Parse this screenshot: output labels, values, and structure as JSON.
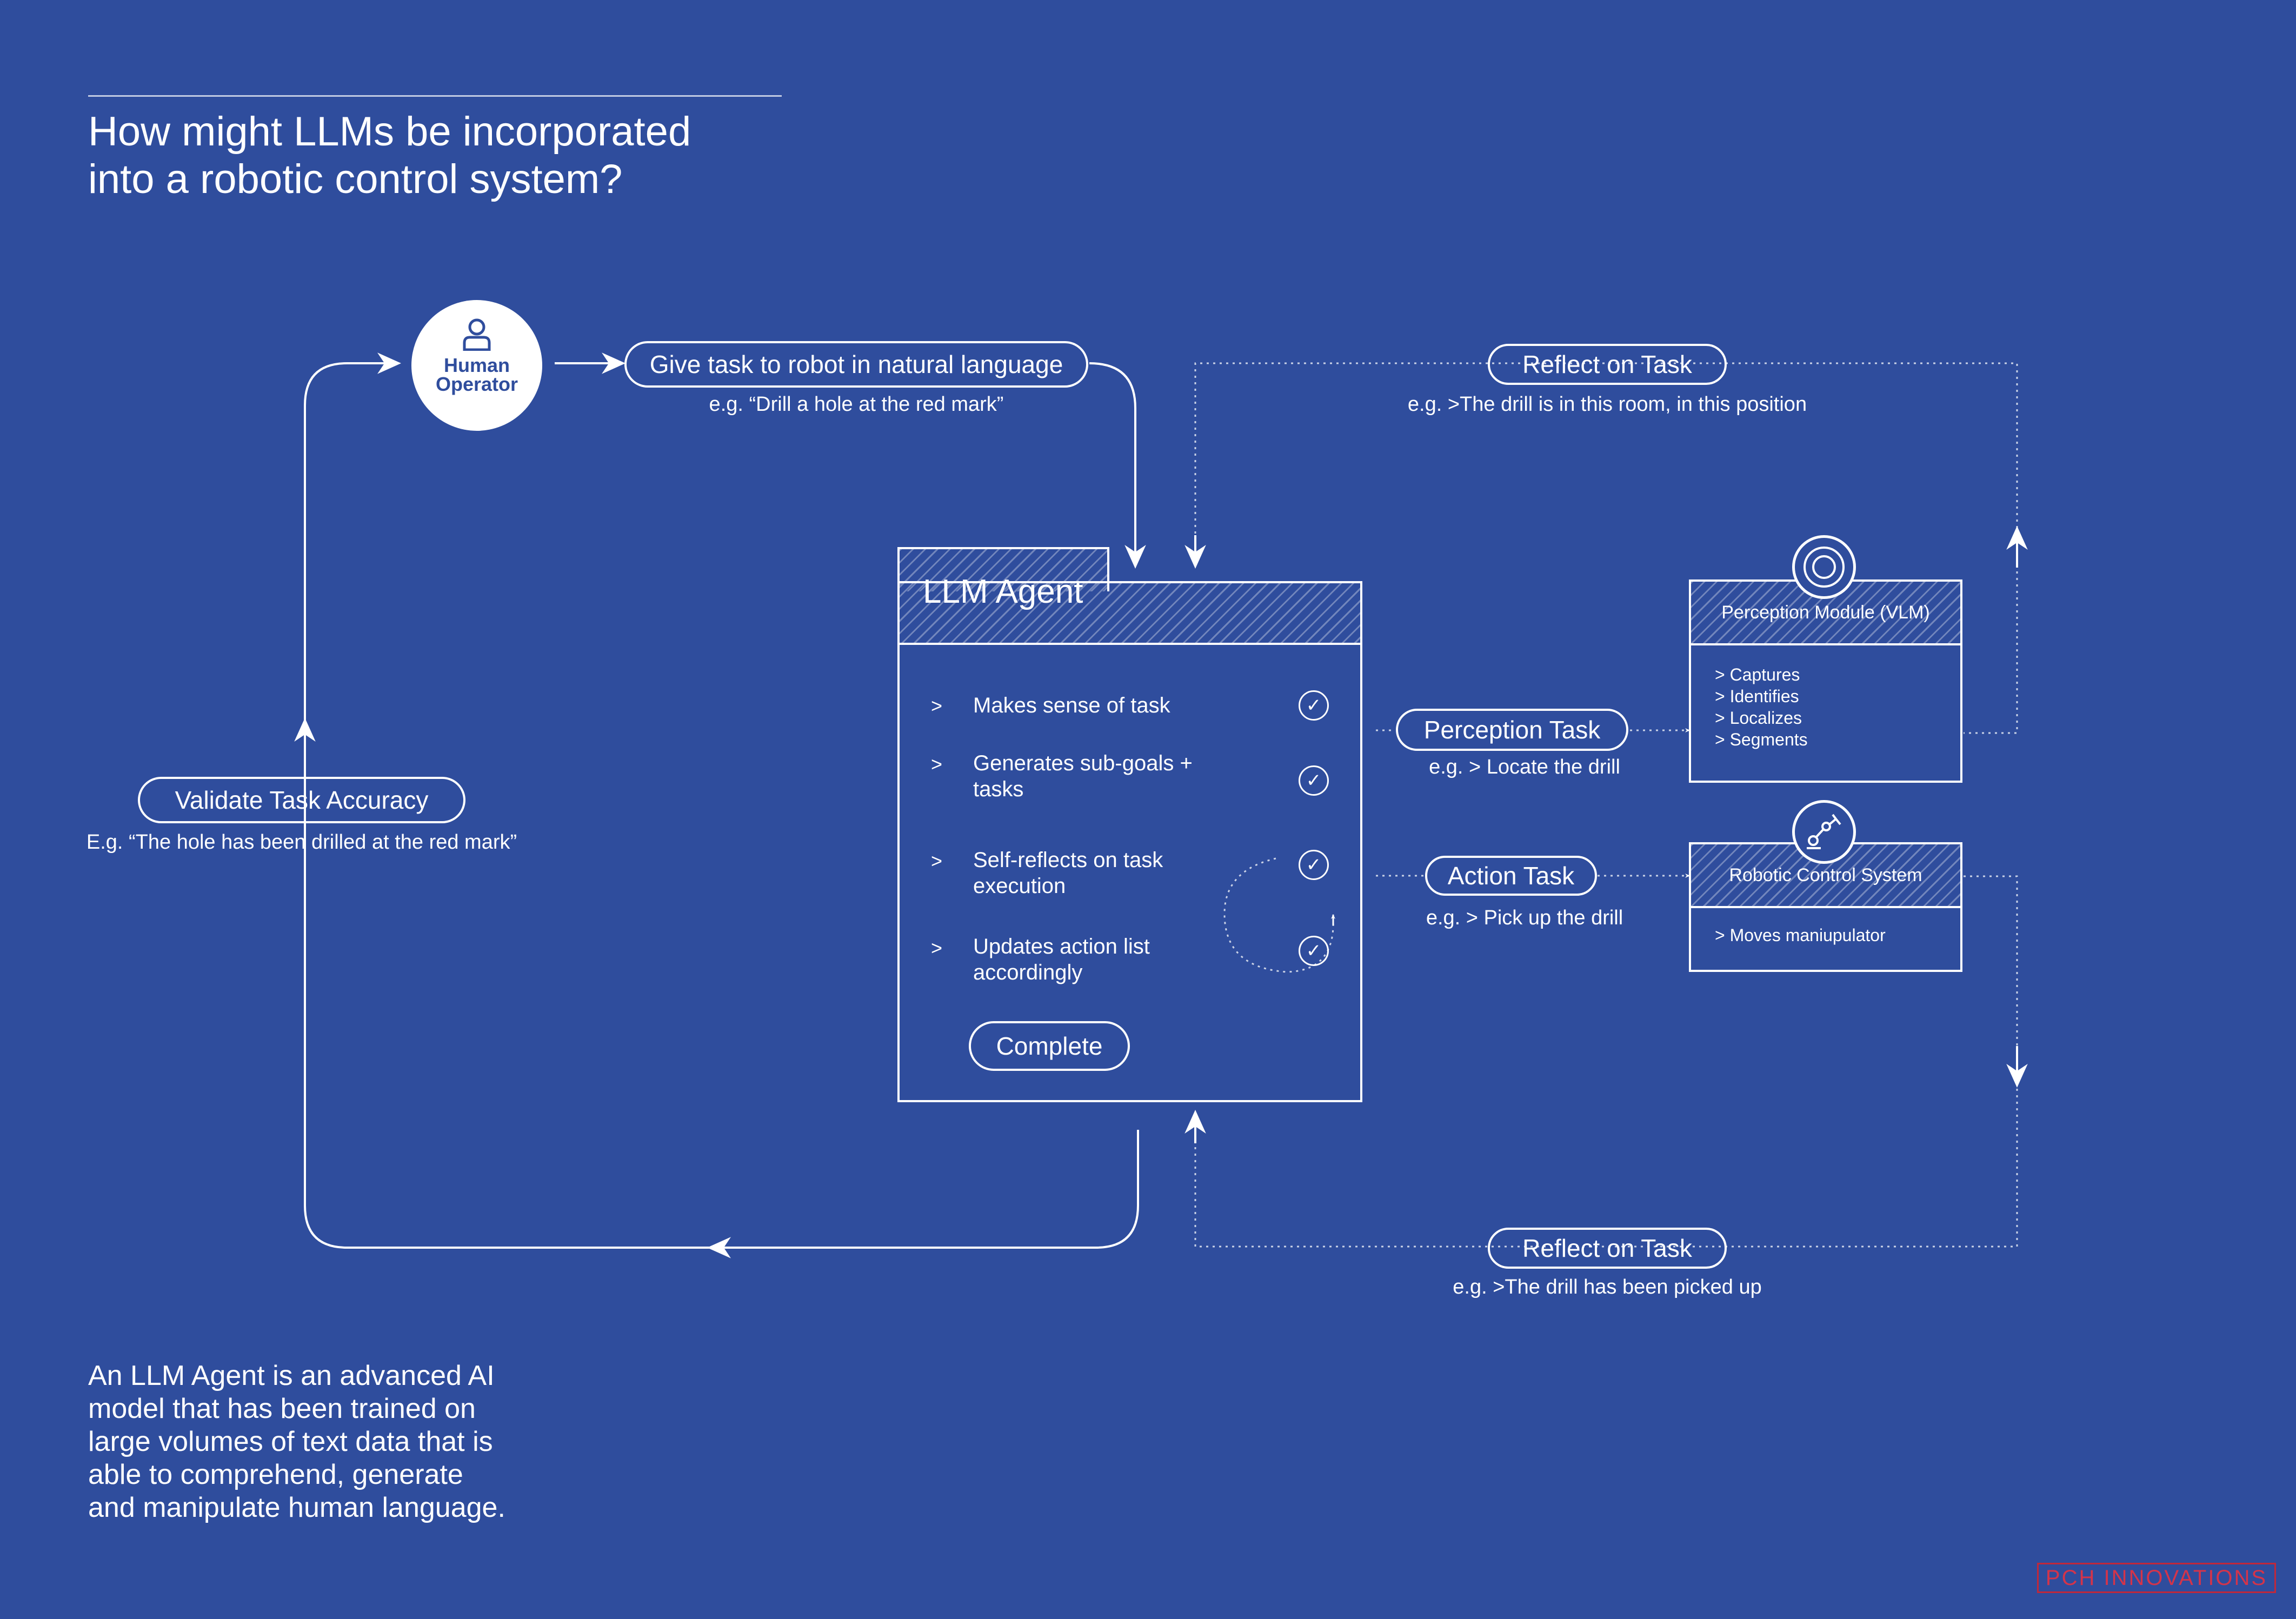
{
  "title": "How might LLMs be incorporated\ninto a robotic control system?",
  "human_operator": {
    "label_line1": "Human",
    "label_line2": "Operator",
    "icon": "person-icon"
  },
  "give_task": {
    "label": "Give task to robot in natural language",
    "example": "e.g. “Drill a hole at the red mark”"
  },
  "reflect_top": {
    "label": "Reflect on Task",
    "example": "e.g. >The drill is in this room, in this position"
  },
  "reflect_bottom": {
    "label": "Reflect on Task",
    "example": "e.g. >The drill has been picked up"
  },
  "validate": {
    "label": "Validate Task Accuracy",
    "example": "E.g. “The hole has been drilled at the red mark”"
  },
  "agent": {
    "title": "LLM Agent",
    "bullet": ">",
    "steps": [
      "Makes sense of task",
      "Generates sub-goals +\ntasks",
      "Self-reflects on task\nexecution",
      "Updates action list\naccordingly"
    ],
    "check_glyph": "✓",
    "complete_label": "Complete"
  },
  "perception_task": {
    "label": "Perception Task",
    "example": "e.g. > Locate the drill"
  },
  "action_task": {
    "label": "Action Task",
    "example": "e.g. > Pick up the drill"
  },
  "perception_module": {
    "title": "Perception Module (VLM)",
    "items": "> Captures\n> Identifies\n> Localizes\n> Segments",
    "icon": "camera-icon"
  },
  "robotic_control": {
    "title": "Robotic Control System",
    "items": "> Moves maniupulator",
    "icon": "robot-arm-icon"
  },
  "description": "An LLM Agent is an advanced AI\nmodel that has been trained on\nlarge volumes of text data that is\nable to comprehend, generate\nand manipulate human language.",
  "brand": "PCH INNOVATIONS",
  "colors": {
    "background": "#2f4d9d",
    "line": "#ffffff",
    "brand": "#c0283b"
  }
}
